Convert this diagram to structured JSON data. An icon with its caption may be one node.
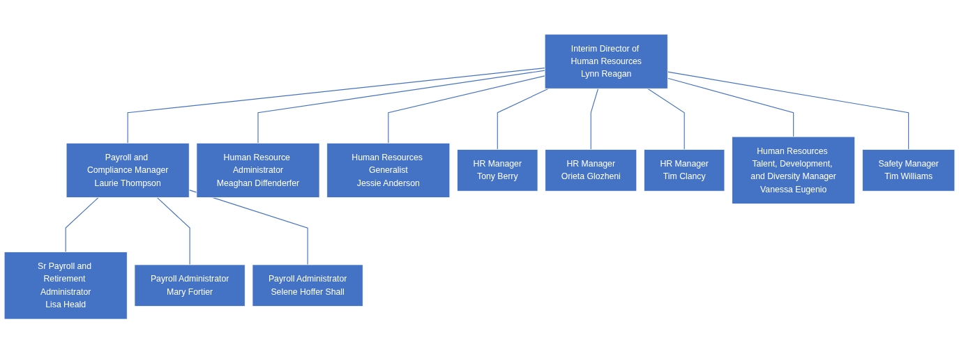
{
  "diagram": {
    "nodes": [
      {
        "text": [
          "Interim Director of Human Resources",
          "Lynn Reagan"
        ]
      },
      {
        "text": [
          "Payroll and Compliance Manager",
          "Laurie Thompson"
        ]
      },
      {
        "text": [
          "Human Resource Administrator",
          "Meaghan Diffenderfer"
        ]
      },
      {
        "text": [
          "Human Resources Generalist",
          "Jessie Anderson"
        ]
      },
      {
        "text": [
          "HR Manager",
          "Tony Berry"
        ]
      },
      {
        "text": [
          "HR Manager",
          "Orieta Glozheni"
        ]
      },
      {
        "text": [
          "HR Manager",
          "Tim Clancy"
        ]
      },
      {
        "text": [
          "Human Resources Talent, Development, and Diversity Manager",
          "Vanessa Eugenio"
        ]
      },
      {
        "text": [
          "Safety Manager",
          "Tim Williams"
        ]
      },
      {
        "text": [
          "Sr Payroll and Retirement Administrator",
          "Lisa Heald"
        ]
      },
      {
        "text": [
          "Payroll Administrator",
          "Mary Fortier"
        ]
      },
      {
        "text": [
          "Payroll Administrator",
          "Selene Hoffer Shall"
        ]
      }
    ],
    "edges": [
      {
        "from": 0,
        "to": 1,
        "arrow": "none"
      },
      {
        "from": 0,
        "to": 2,
        "arrow": "none"
      },
      {
        "from": 0,
        "to": 3,
        "arrow": "none"
      },
      {
        "from": 0,
        "to": 4,
        "arrow": "none"
      },
      {
        "from": 0,
        "to": 5,
        "arrow": "none"
      },
      {
        "from": 0,
        "to": 6,
        "arrow": "none"
      },
      {
        "from": 0,
        "to": 7,
        "arrow": "none"
      },
      {
        "from": 0,
        "to": 8,
        "arrow": "none"
      },
      {
        "from": 1,
        "to": 9,
        "arrow": "none"
      },
      {
        "from": 1,
        "to": 10,
        "arrow": "none"
      },
      {
        "from": 1,
        "to": 11,
        "arrow": "none"
      }
    ]
  }
}
